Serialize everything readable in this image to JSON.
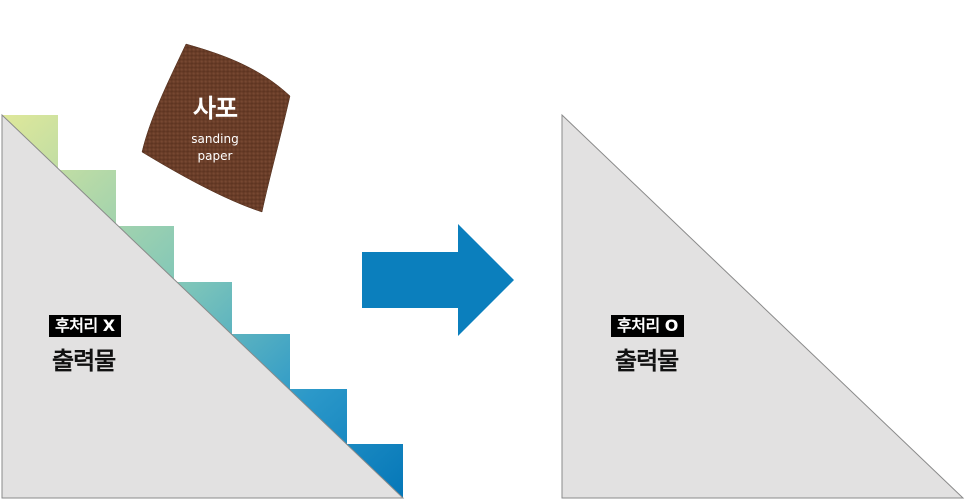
{
  "sandpaper": {
    "title": "사포",
    "subtitle_line1": "sanding",
    "subtitle_line2": "paper",
    "color": "#6b3f2a"
  },
  "before": {
    "badge": "후처리 X",
    "label": "출력물"
  },
  "after": {
    "badge": "후처리 O",
    "label": "출력물"
  },
  "colors": {
    "triangle_fill": "#e2e1e1",
    "triangle_stroke": "#8a8a8a",
    "arrow": "#0b7fbd",
    "step_gradient_start": "#dfe89a",
    "step_gradient_end": "#0577b8"
  }
}
